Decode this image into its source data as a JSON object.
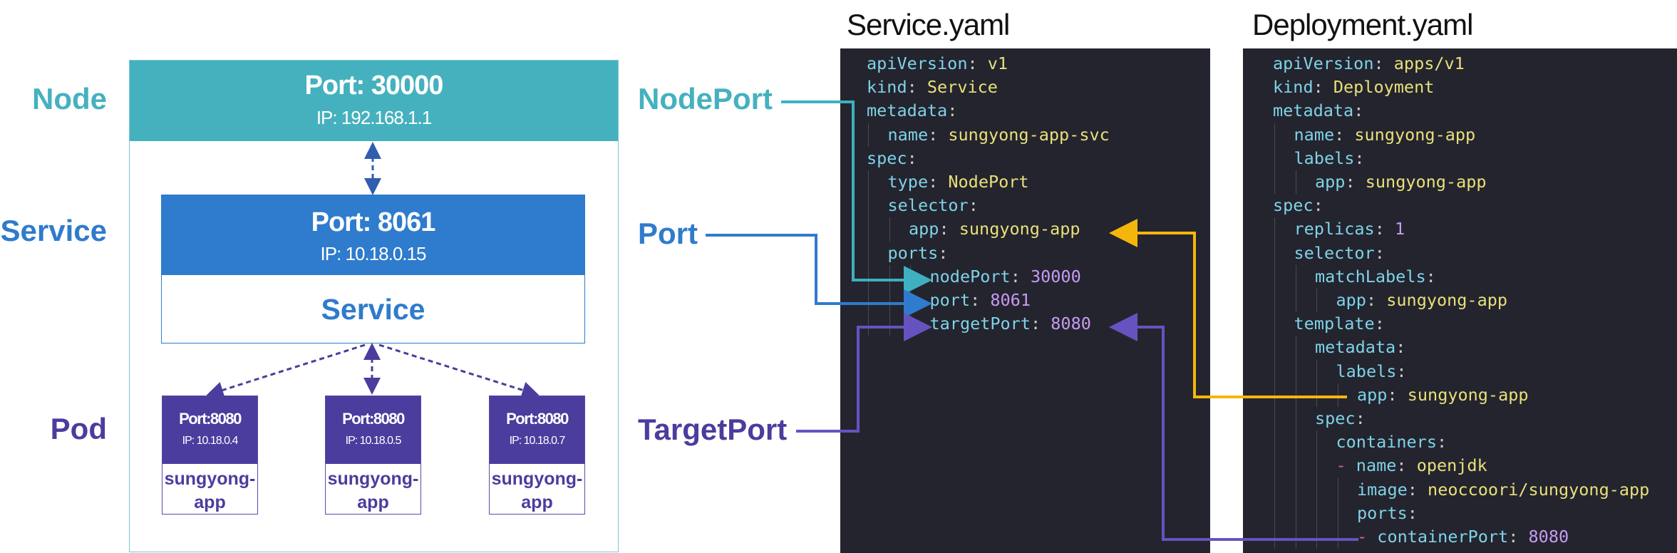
{
  "diagram": {
    "labels": {
      "node": "Node",
      "service": "Service",
      "pod": "Pod",
      "nodeport": "NodePort",
      "port": "Port",
      "targetport": "TargetPort"
    },
    "node_box": {
      "port": "Port: 30000",
      "ip": "IP: 192.168.1.1"
    },
    "service_box": {
      "port": "Port: 8061",
      "ip": "IP: 10.18.0.15",
      "name": "Service"
    },
    "pods": [
      {
        "port": "Port:8080",
        "ip": "IP: 10.18.0.4",
        "name_line1": "sungyong-",
        "name_line2": "app"
      },
      {
        "port": "Port:8080",
        "ip": "IP: 10.18.0.5",
        "name_line1": "sungyong-",
        "name_line2": "app"
      },
      {
        "port": "Port:8080",
        "ip": "IP: 10.18.0.7",
        "name_line1": "sungyong-",
        "name_line2": "app"
      }
    ],
    "colors": {
      "node": "#45b1be",
      "service": "#2f7bcd",
      "pod": "#4a3d9e",
      "nodeport_arrow": "#3fb0c0",
      "port_arrow": "#2f7bcd",
      "target_arrow": "#6653c0",
      "selector_arrow": "#f5b60c"
    }
  },
  "service_yaml": {
    "title": "Service.yaml",
    "lines": [
      {
        "indent": 0,
        "key": "apiVersion",
        "value": "v1",
        "vtype": "s"
      },
      {
        "indent": 0,
        "key": "kind",
        "value": "Service",
        "vtype": "s"
      },
      {
        "indent": 0,
        "key": "metadata",
        "value": "",
        "vtype": ""
      },
      {
        "indent": 1,
        "key": "name",
        "value": "sungyong-app-svc",
        "vtype": "s"
      },
      {
        "indent": 0,
        "key": "spec",
        "value": "",
        "vtype": ""
      },
      {
        "indent": 1,
        "key": "type",
        "value": "NodePort",
        "vtype": "s"
      },
      {
        "indent": 1,
        "key": "selector",
        "value": "",
        "vtype": ""
      },
      {
        "indent": 2,
        "key": "app",
        "value": "sungyong-app",
        "vtype": "s"
      },
      {
        "indent": 1,
        "key": "ports",
        "value": "",
        "vtype": ""
      },
      {
        "indent": 3,
        "key": "nodePort",
        "value": "30000",
        "vtype": "n"
      },
      {
        "indent": 3,
        "key": "port",
        "value": "8061",
        "vtype": "n"
      },
      {
        "indent": 3,
        "key": "targetPort",
        "value": "8080",
        "vtype": "n"
      }
    ]
  },
  "deployment_yaml": {
    "title": "Deployment.yaml",
    "lines": [
      {
        "indent": 0,
        "key": "apiVersion",
        "value": "apps/v1",
        "vtype": "s"
      },
      {
        "indent": 0,
        "key": "kind",
        "value": "Deployment",
        "vtype": "s"
      },
      {
        "indent": 0,
        "key": "metadata",
        "value": "",
        "vtype": ""
      },
      {
        "indent": 1,
        "key": "name",
        "value": "sungyong-app",
        "vtype": "s"
      },
      {
        "indent": 1,
        "key": "labels",
        "value": "",
        "vtype": ""
      },
      {
        "indent": 2,
        "key": "app",
        "value": "sungyong-app",
        "vtype": "s"
      },
      {
        "indent": 0,
        "key": "spec",
        "value": "",
        "vtype": ""
      },
      {
        "indent": 1,
        "key": "replicas",
        "value": "1",
        "vtype": "n"
      },
      {
        "indent": 1,
        "key": "selector",
        "value": "",
        "vtype": ""
      },
      {
        "indent": 2,
        "key": "matchLabels",
        "value": "",
        "vtype": ""
      },
      {
        "indent": 3,
        "key": "app",
        "value": "sungyong-app",
        "vtype": "s"
      },
      {
        "indent": 1,
        "key": "template",
        "value": "",
        "vtype": ""
      },
      {
        "indent": 2,
        "key": "metadata",
        "value": "",
        "vtype": ""
      },
      {
        "indent": 3,
        "key": "labels",
        "value": "",
        "vtype": ""
      },
      {
        "indent": 4,
        "key": "app",
        "value": "sungyong-app",
        "vtype": "s"
      },
      {
        "indent": 2,
        "key": "spec",
        "value": "",
        "vtype": ""
      },
      {
        "indent": 3,
        "key": "containers",
        "value": "",
        "vtype": ""
      },
      {
        "indent": 3,
        "dash": true,
        "key": "name",
        "value": "openjdk",
        "vtype": "s"
      },
      {
        "indent": 4,
        "key": "image",
        "value": "neoccoori/sungyong-app",
        "vtype": "s"
      },
      {
        "indent": 4,
        "key": "ports",
        "value": "",
        "vtype": ""
      },
      {
        "indent": 4,
        "dash": true,
        "key": "containerPort",
        "value": "8080",
        "vtype": "n"
      }
    ]
  }
}
